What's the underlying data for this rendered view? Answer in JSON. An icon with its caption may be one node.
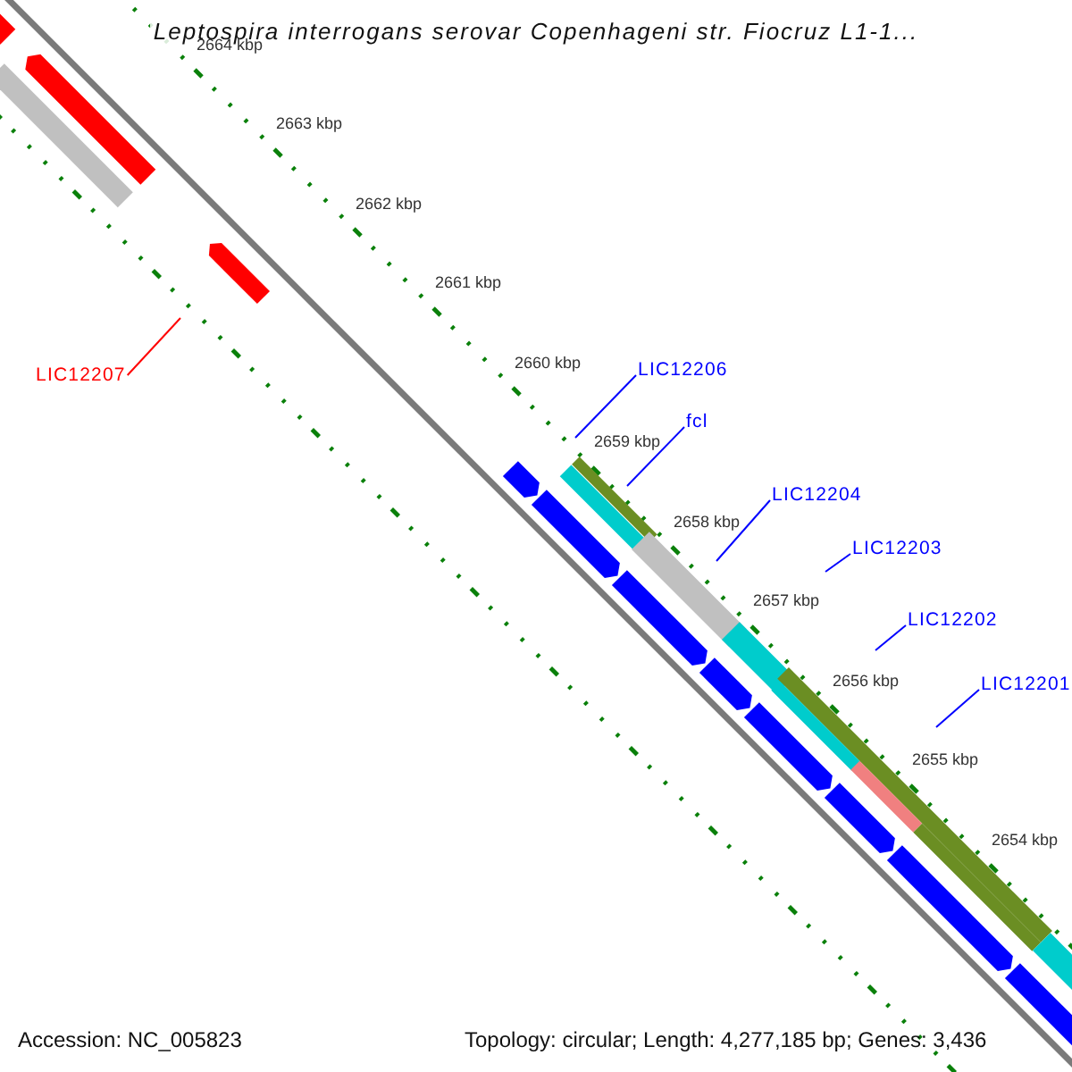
{
  "diagram": {
    "title": "Leptospira interrogans serovar Copenhageni str. Fiocruz L1-1...",
    "nodes": [
      {
        "text": [
          "LIC12207"
        ]
      },
      {
        "text": [
          "LIC12206"
        ]
      },
      {
        "text": [
          "fcl"
        ]
      },
      {
        "text": [
          "LIC12204"
        ]
      },
      {
        "text": [
          "LIC12203"
        ]
      },
      {
        "text": [
          "LIC12202"
        ]
      },
      {
        "text": [
          "LIC12201"
        ]
      }
    ],
    "edges": [
      {
        "from": 0,
        "to": null,
        "arrow": "none",
        "color": "#ff0000"
      },
      {
        "from": 1,
        "to": null,
        "arrow": "none"
      },
      {
        "from": 2,
        "to": null,
        "arrow": "none"
      },
      {
        "from": 3,
        "to": null,
        "arrow": "none"
      },
      {
        "from": 4,
        "to": null,
        "arrow": "none"
      },
      {
        "from": 5,
        "to": null,
        "arrow": "none"
      },
      {
        "from": 6,
        "to": null,
        "arrow": "none"
      }
    ],
    "labels": [
      "2664 kbp",
      "2663 kbp",
      "2662 kbp",
      "2661 kbp",
      "2660 kbp",
      "2659 kbp",
      "2658 kbp",
      "2657 kbp",
      "2656 kbp",
      "2655 kbp",
      "2654 kbp",
      "Accession: NC_005823",
      "Topology: circular; Length: 4,277,185 bp; Genes: 3,436"
    ]
  }
}
